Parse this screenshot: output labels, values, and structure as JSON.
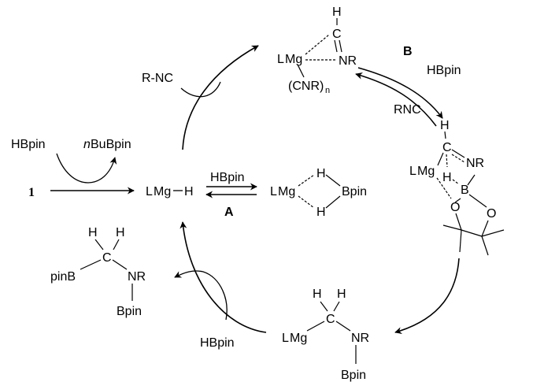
{
  "reagents": {
    "hbpin_start": "HBpin",
    "nbubpin_prefix": "n",
    "nbubpin_rest": "BuBpin",
    "compound_1": "1",
    "rnc_top": "R-NC",
    "hbpin_A": "HBpin",
    "hbpin_B": "HBpin",
    "rnc_B": "RNC",
    "hbpin_bottom": "HBpin"
  },
  "labels": {
    "A": "A",
    "B": "B"
  },
  "atoms": {
    "L": "L",
    "Mg": "Mg",
    "H": "H",
    "C": "C",
    "NR": "NR",
    "N": "N",
    "R": "R",
    "B": "B",
    "O": "O",
    "Bpin": "Bpin",
    "pinB": "pinB",
    "CNR_n": "(CNR)",
    "n_sub": "n"
  }
}
